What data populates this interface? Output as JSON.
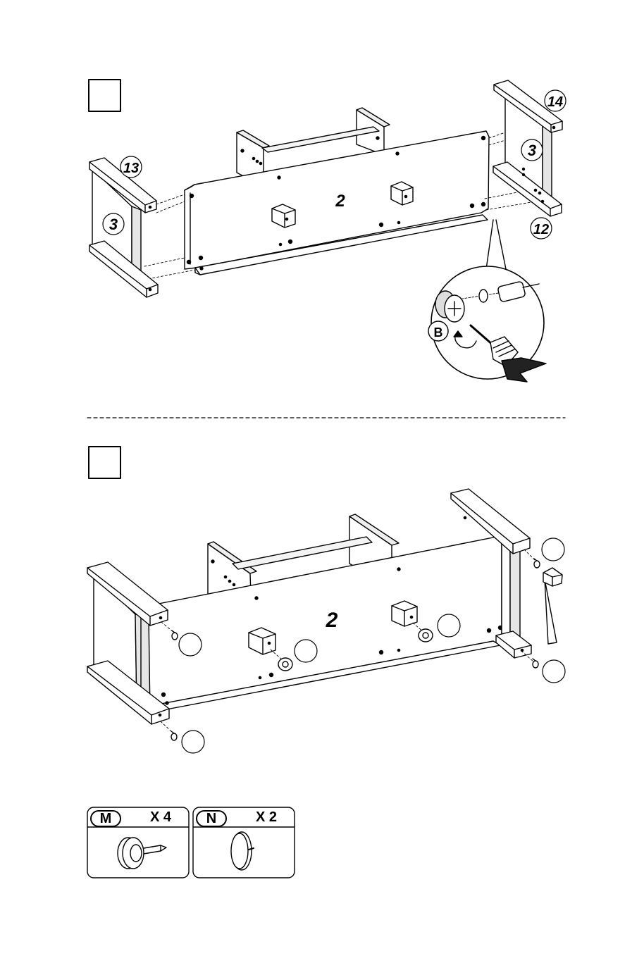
{
  "steps": [
    {
      "box_label": "",
      "part_labels": {
        "back_panel": "2",
        "left_side": "3",
        "right_side": "3",
        "left_top_rail": "13",
        "right_top_rail": "14",
        "right_bottom_rail": "12"
      },
      "hardware_label": "B"
    },
    {
      "box_label": "",
      "part_labels": {
        "back_panel": "2"
      }
    }
  ],
  "parts_list": [
    {
      "letter": "M",
      "qty": "X 4",
      "icon": "glide-nail-icon"
    },
    {
      "letter": "N",
      "qty": "X 2",
      "icon": "cam-cover-cap-icon"
    }
  ],
  "colors": {
    "line": "#000000",
    "background": "#ffffff",
    "shade": "#dcdcdc"
  }
}
